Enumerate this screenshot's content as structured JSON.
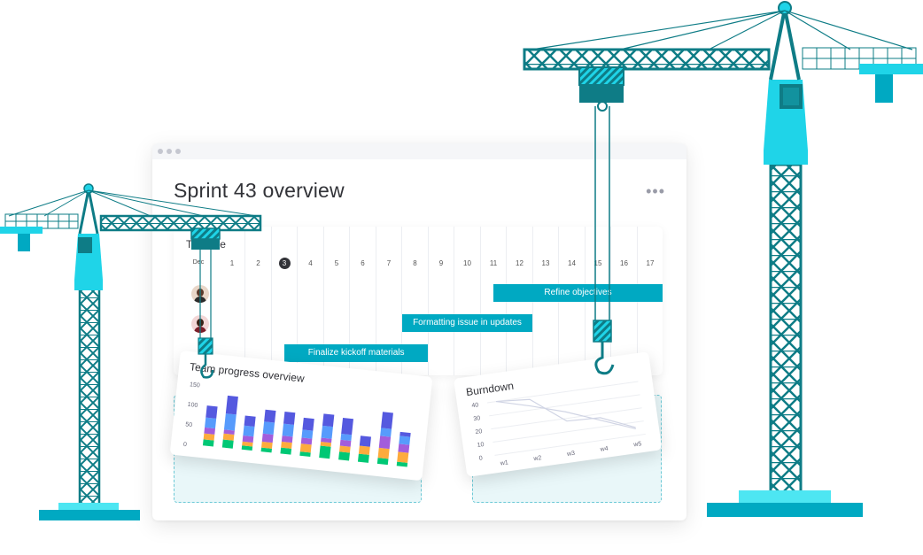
{
  "page_title": "Sprint 43 overview",
  "more_icon": "•••",
  "timeline": {
    "title": "Timeline",
    "month_label": "Dec",
    "today": "3",
    "days": [
      "1",
      "2",
      "3",
      "4",
      "5",
      "6",
      "7",
      "8",
      "9",
      "10",
      "11",
      "12",
      "13",
      "14",
      "15",
      "16",
      "17"
    ],
    "tasks": [
      {
        "label": "Refine objectives",
        "start_day": 11,
        "end_day": 17.5
      },
      {
        "label": "Formatting issue in updates",
        "start_day": 7.5,
        "end_day": 12.5
      },
      {
        "label": "Finalize kickoff materials",
        "start_day": 3,
        "end_day": 8.5
      }
    ]
  },
  "team_card": {
    "title": "Team progress overview",
    "chart_data": {
      "type": "bar",
      "stacked": true,
      "y_ticks": [
        "150",
        "100",
        "50",
        "0"
      ],
      "ylim": [
        0,
        150
      ],
      "colors": [
        "#00c875",
        "#fdab3d",
        "#a25ddc",
        "#579bfc",
        "#5559df"
      ],
      "bars": [
        [
          15,
          15,
          15,
          25,
          30
        ],
        [
          20,
          15,
          10,
          40,
          45
        ],
        [
          10,
          10,
          15,
          25,
          25
        ],
        [
          10,
          15,
          20,
          30,
          30
        ],
        [
          15,
          15,
          15,
          30,
          30
        ],
        [
          10,
          20,
          15,
          20,
          30
        ],
        [
          30,
          10,
          10,
          30,
          30
        ],
        [
          20,
          15,
          15,
          15,
          40
        ],
        [
          20,
          20,
          0,
          0,
          25
        ],
        [
          15,
          25,
          30,
          20,
          40
        ],
        [
          10,
          25,
          20,
          20,
          10
        ]
      ]
    }
  },
  "burndown_card": {
    "title": "Burndown",
    "chart_data": {
      "type": "line",
      "x": [
        "w1",
        "w2",
        "w3",
        "w4",
        "w5"
      ],
      "y_ticks": [
        "40",
        "30",
        "20",
        "10",
        "0"
      ],
      "ylim": [
        0,
        40
      ],
      "series": [
        {
          "values": [
            40,
            33,
            25,
            15,
            5
          ]
        },
        {
          "values": [
            40,
            38,
            18,
            17,
            6
          ]
        }
      ]
    }
  }
}
